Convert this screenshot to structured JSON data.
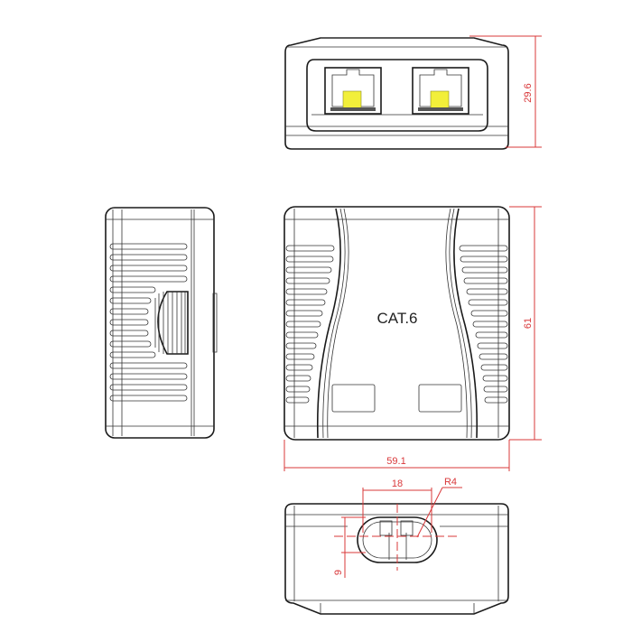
{
  "drawing": {
    "title": "CAT.6 surface mount box - orthographic views",
    "product_label": "CAT.6",
    "colors": {
      "outline": "#1a1a1a",
      "dimension": "#d9383a",
      "jack_contacts": "#f2ef3a",
      "background": "#ffffff"
    },
    "views": [
      {
        "name": "top-view",
        "features": [
          "two RJ45 jack openings",
          "yellow contacts"
        ]
      },
      {
        "name": "side-view",
        "features": [
          "horizontal vent slots",
          "ribbed cable recess"
        ]
      },
      {
        "name": "front-view",
        "features": [
          "CAT.6 label",
          "two label windows",
          "side vent slots"
        ]
      },
      {
        "name": "bottom-view",
        "features": [
          "oval cable knockout"
        ]
      }
    ],
    "dimensions": {
      "height": "29.6",
      "length": "61",
      "width": "59.1",
      "knockout_width": "18",
      "knockout_radius": "R4",
      "knockout_height": "9"
    }
  }
}
